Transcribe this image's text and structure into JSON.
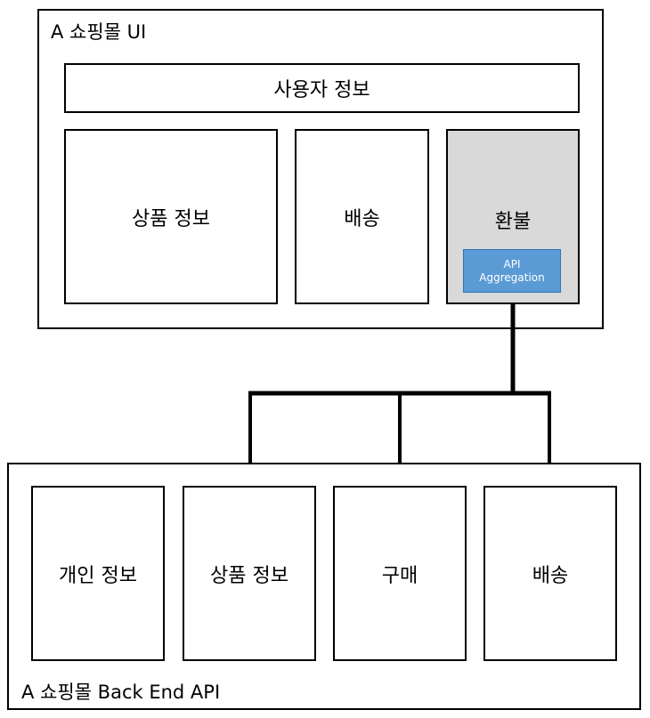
{
  "ui": {
    "title": "A 쇼핑몰 UI",
    "user_info": "사용자 정보",
    "product_info": "상품 정보",
    "delivery": "배송",
    "refund": "환불",
    "api_aggregation": {
      "line1": "API",
      "line2": "Aggregation"
    }
  },
  "backend": {
    "title": "A 쇼핑몰 Back End API",
    "personal_info": "개인 정보",
    "product_info": "상품 정보",
    "purchase": "구매",
    "delivery": "배송"
  },
  "colors": {
    "refund_fill": "#d9d9d9",
    "api_aggregation_fill": "#5b9bd5",
    "stroke": "#000000"
  }
}
